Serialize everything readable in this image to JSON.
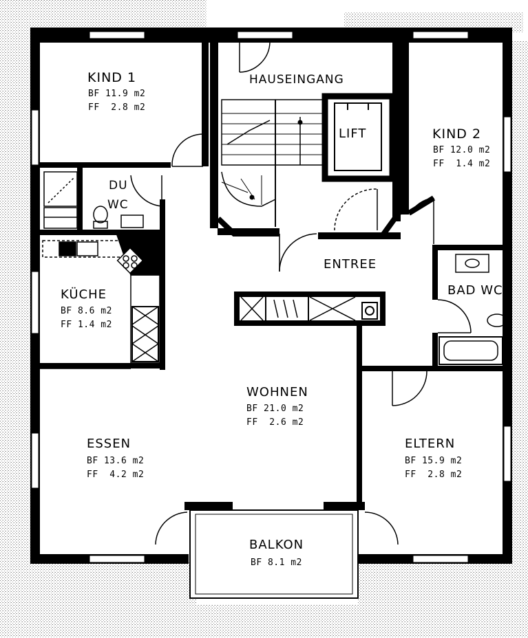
{
  "rooms": {
    "kind1": {
      "name": "KIND 1",
      "bf": "BF 11.9 m2",
      "ff": "FF  2.8 m2"
    },
    "hauseingang": {
      "name": "HAUSEINGANG"
    },
    "lift": {
      "name": "LIFT"
    },
    "kind2": {
      "name": "KIND 2",
      "bf": "BF 12.0 m2",
      "ff": "FF  1.4 m2"
    },
    "du": {
      "name": "DU"
    },
    "wc": {
      "name": "WC"
    },
    "kueche": {
      "name": "KÜCHE",
      "bf": "BF 8.6 m2",
      "ff": "FF 1.4 m2"
    },
    "entree": {
      "name": "ENTREE"
    },
    "badwc": {
      "name": "BAD WC"
    },
    "wohnen": {
      "name": "WOHNEN",
      "bf": "BF 21.0 m2",
      "ff": "FF  2.6 m2"
    },
    "essen": {
      "name": "ESSEN",
      "bf": "BF 13.6 m2",
      "ff": "FF  4.2 m2"
    },
    "eltern": {
      "name": "ELTERN",
      "bf": "BF 15.9 m2",
      "ff": "FF  2.8 m2"
    },
    "balkon": {
      "name": "BALKON",
      "bf": "BF 8.1 m2"
    }
  },
  "colors": {
    "wall": "#000000",
    "background": "#ffffff",
    "hatch": "#bdbdbd"
  }
}
